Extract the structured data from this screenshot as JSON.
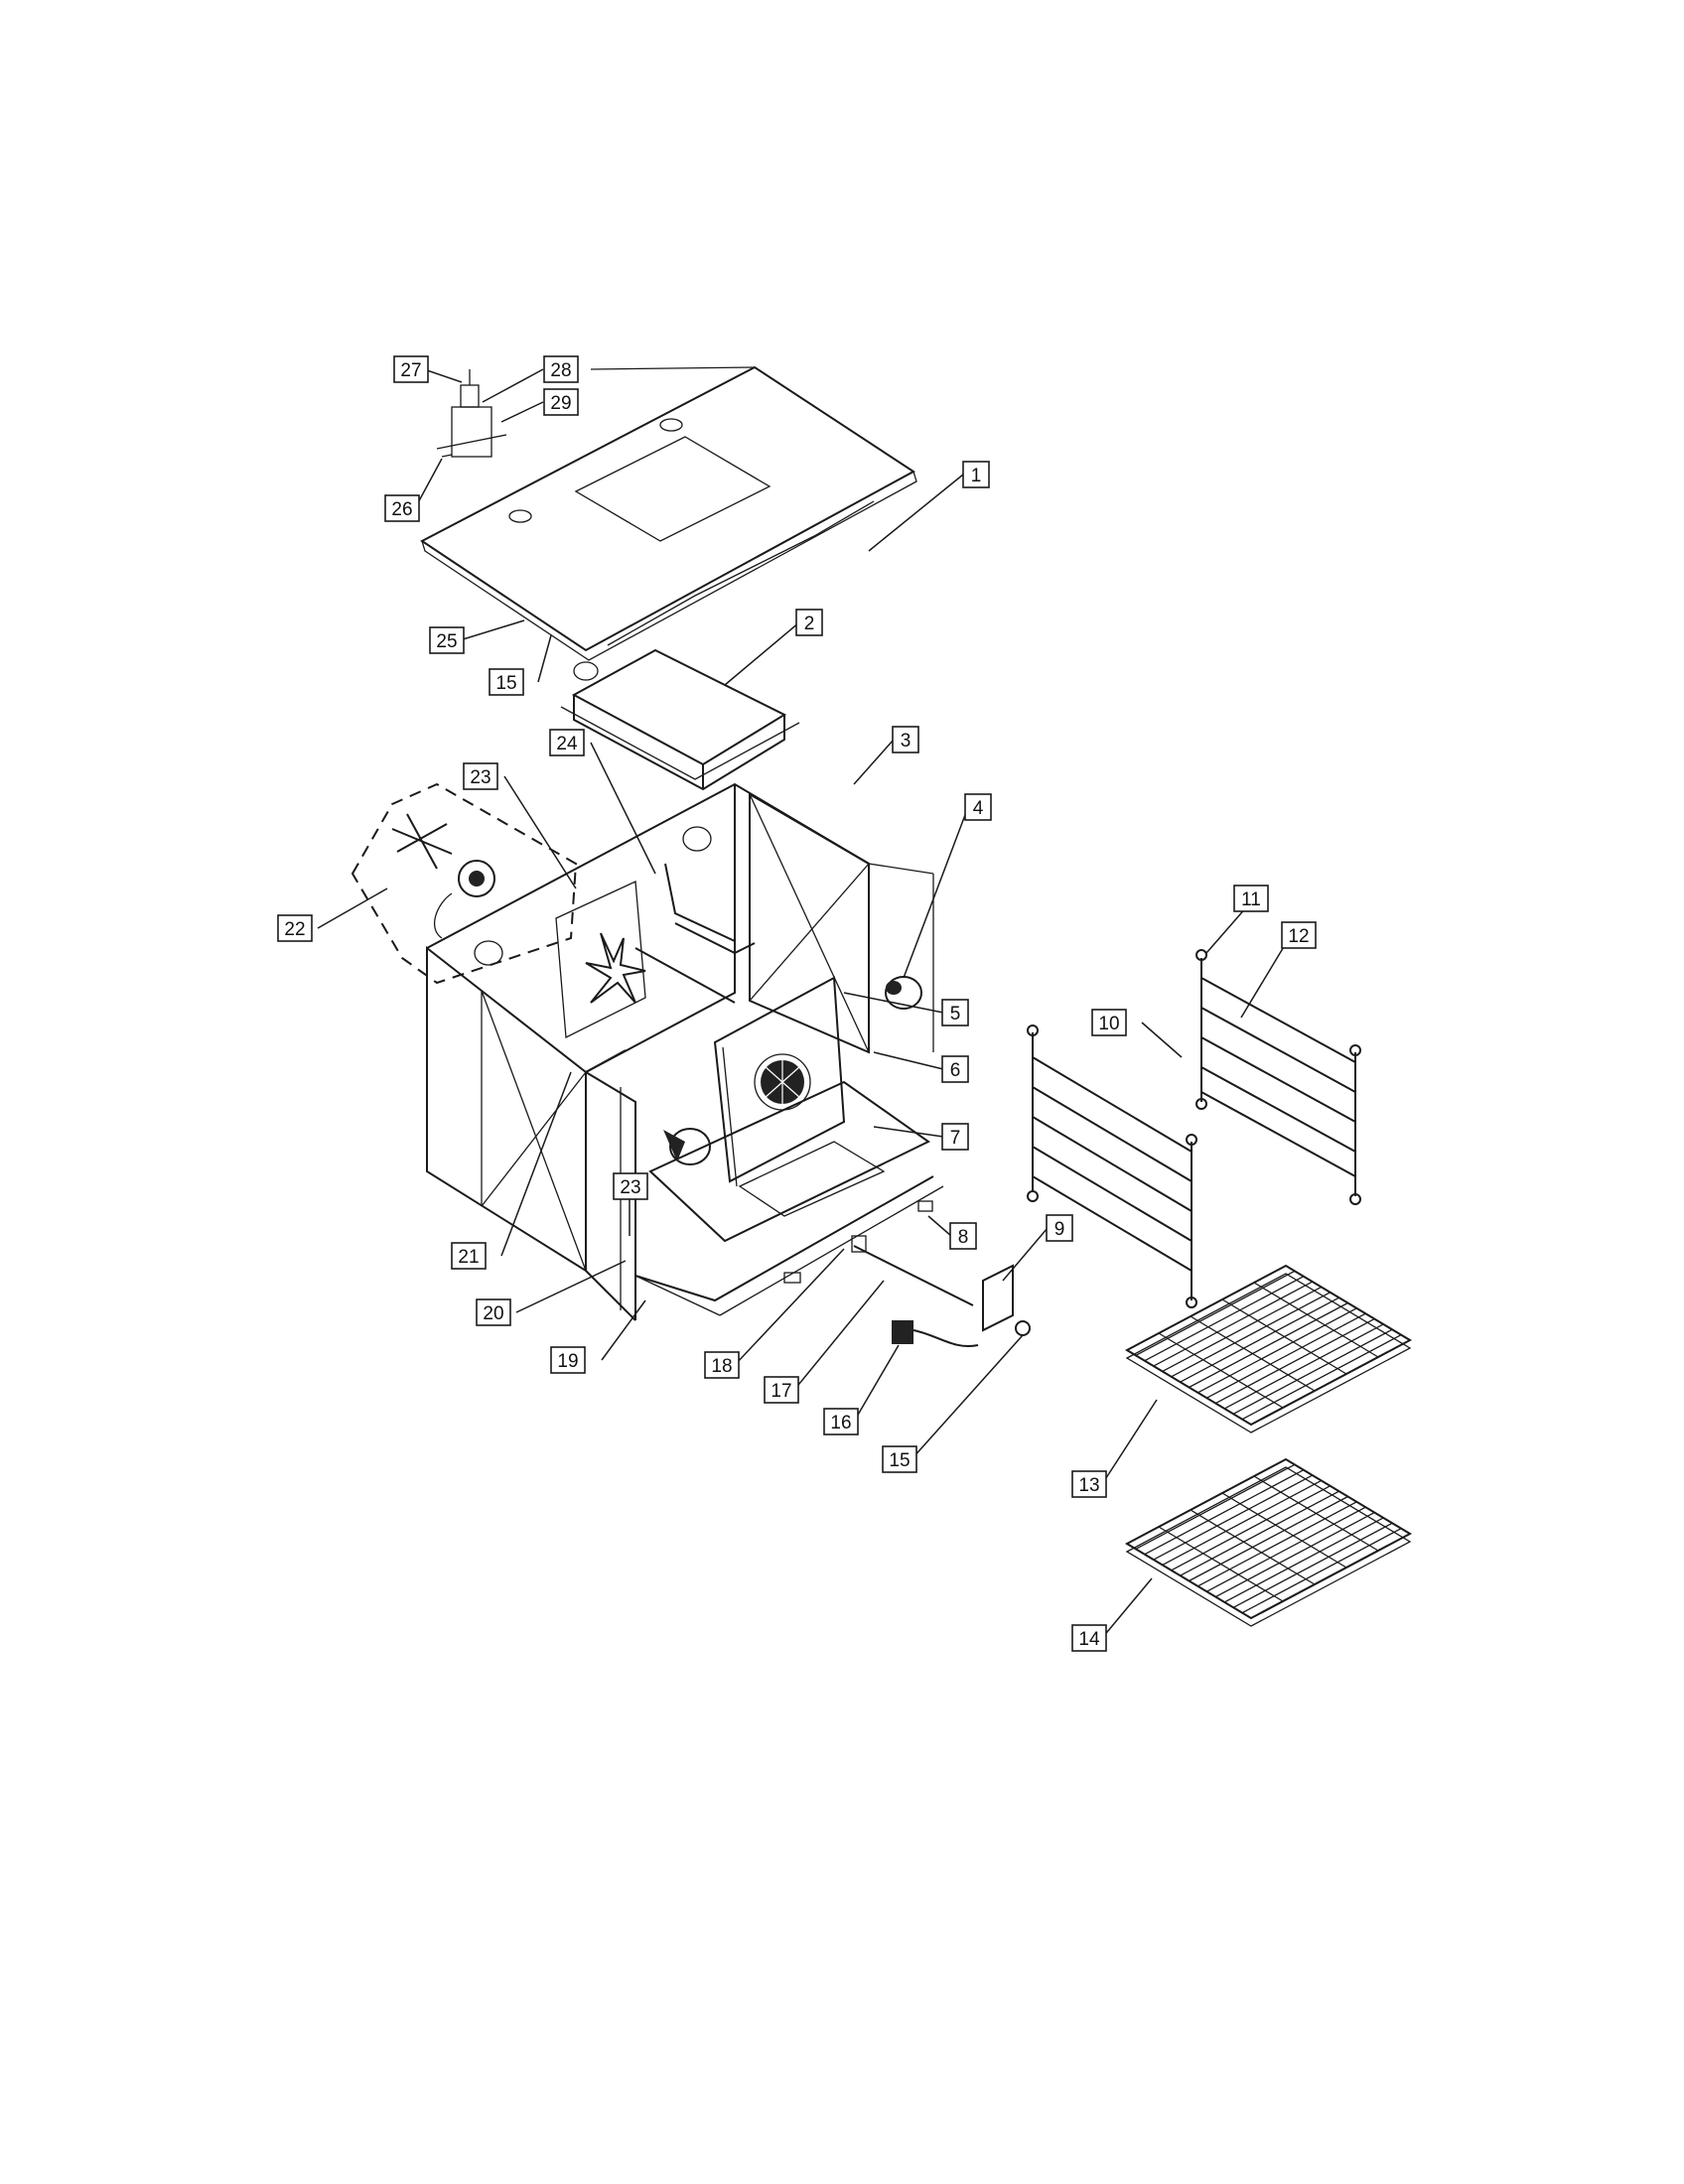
{
  "callouts": [
    {
      "label": "1"
    },
    {
      "label": "2"
    },
    {
      "label": "3"
    },
    {
      "label": "4"
    },
    {
      "label": "5"
    },
    {
      "label": "6"
    },
    {
      "label": "7"
    },
    {
      "label": "8"
    },
    {
      "label": "9"
    },
    {
      "label": "10"
    },
    {
      "label": "11"
    },
    {
      "label": "12"
    },
    {
      "label": "13"
    },
    {
      "label": "14"
    },
    {
      "label": "15"
    },
    {
      "label": "16"
    },
    {
      "label": "17"
    },
    {
      "label": "18"
    },
    {
      "label": "19"
    },
    {
      "label": "20"
    },
    {
      "label": "21"
    },
    {
      "label": "22"
    },
    {
      "label": "23"
    },
    {
      "label": "23"
    },
    {
      "label": "24"
    },
    {
      "label": "25"
    },
    {
      "label": "15"
    },
    {
      "label": "26"
    },
    {
      "label": "27"
    },
    {
      "label": "28"
    },
    {
      "label": "29"
    }
  ]
}
